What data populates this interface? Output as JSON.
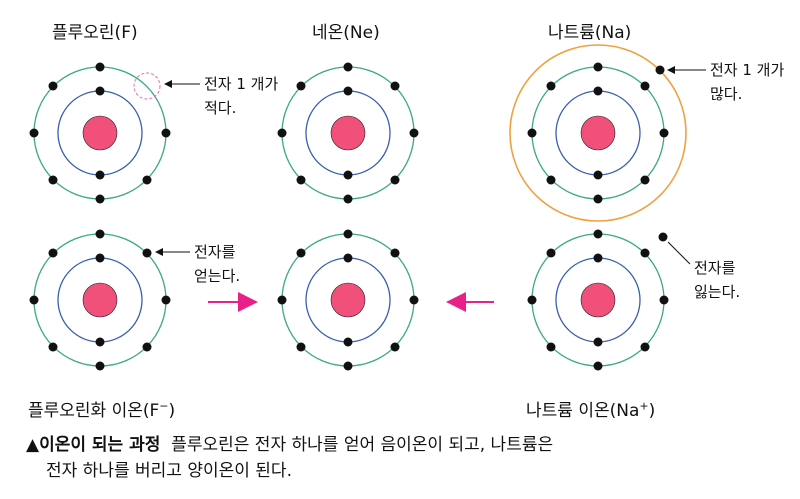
{
  "atoms": {
    "fluorine": {
      "name": "플루오린(F)"
    },
    "neon": {
      "name": "네온(Ne)"
    },
    "sodium": {
      "name": "나트륨(Na)"
    }
  },
  "ions": {
    "fluoride": {
      "name_main": "플루오린화 이온(F",
      "name_sup": "−",
      "name_end": ")"
    },
    "sodium_ion": {
      "name_main": "나트륨 이온(Na",
      "name_sup": "+",
      "name_end": ")"
    }
  },
  "annotations": {
    "f_missing_line1": "전자 1 개가",
    "f_missing_line2": "적다.",
    "na_extra_line1": "전자 1 개가",
    "na_extra_line2": "많다.",
    "gain_line1": "전자를",
    "gain_line2": "얻는다.",
    "lose_line1": "전자를",
    "lose_line2": "잃는다."
  },
  "caption": {
    "title": "▲이온이 되는 과정",
    "line1": "플루오린은 전자 하나를 얻어 음이온이 되고, 나트륨은",
    "line2": "전자 하나를 버리고 양이온이 된다."
  },
  "colors": {
    "nucleus": "#f0507a",
    "inner_shell": "#3a5fb0",
    "outer_shell": "#3aa888",
    "third_shell": "#f0a040",
    "arrow": "#e8208a",
    "missing_marker": "#f06ab0",
    "electron": "#111111"
  }
}
